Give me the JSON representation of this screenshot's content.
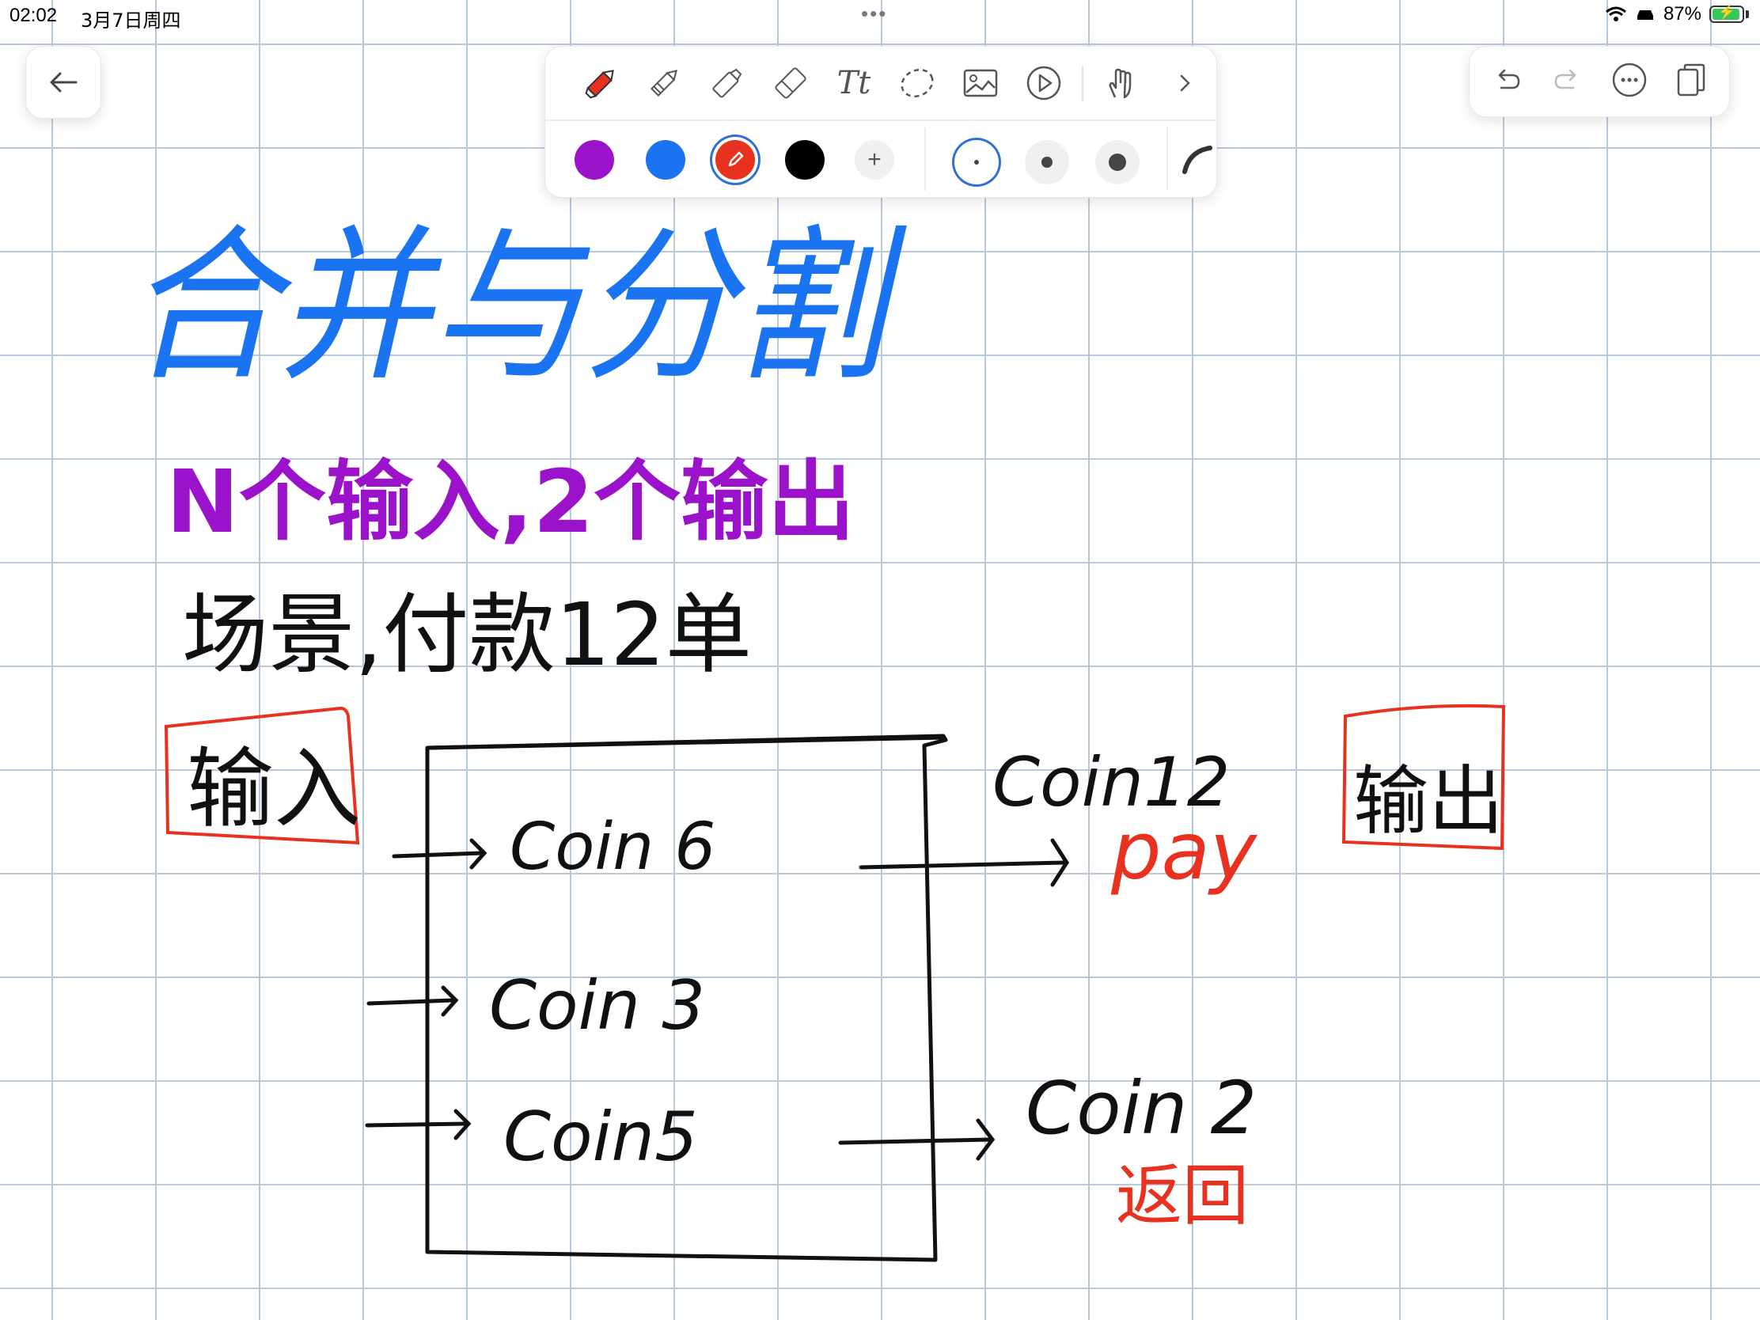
{
  "status": {
    "time": "02:02",
    "date": "3月7日周四",
    "battery": "87%",
    "more_dots": "•••"
  },
  "toolbar": {
    "back_icon": "arrow-left-icon",
    "tools": [
      "pen-icon",
      "pencil-icon",
      "highlighter-icon",
      "eraser-icon",
      "text-icon",
      "lasso-icon",
      "image-icon",
      "play-icon",
      "hand-icon",
      "chevron-right-icon"
    ],
    "text_tool_label": "Tt",
    "add_color_label": "+",
    "colors": [
      "#9a12c9",
      "#1a73f0",
      "#e8321f",
      "#000000"
    ],
    "selected_color": "#e8321f",
    "right_actions": [
      "undo-icon",
      "redo-icon",
      "more-icon",
      "pages-icon"
    ]
  },
  "note": {
    "title": "合并与分割",
    "subtitle": "N个输入,2个输出",
    "scenario": "场景,付款12单",
    "input_label": "输入",
    "output_label": "输出",
    "inputs": [
      "Coin 6",
      "Coin 3",
      "Coin5"
    ],
    "outputs": [
      {
        "coin": "Coin12",
        "note": "pay"
      },
      {
        "coin": "Coin 2",
        "note": "返回"
      }
    ]
  }
}
